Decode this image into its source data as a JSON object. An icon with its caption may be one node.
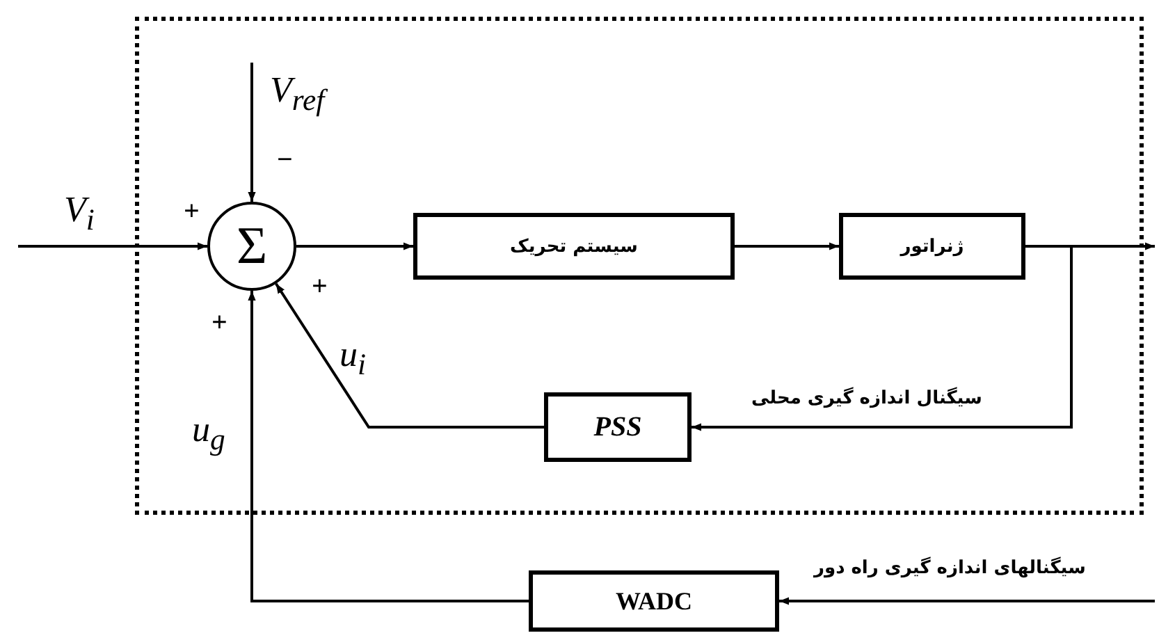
{
  "diagram": {
    "nodes": [
      {
        "text": [],
        "shape": "box"
      },
      {
        "text": [
          "Σ"
        ],
        "in": 0
      },
      {
        "text": [
          "سیستم تحریک"
        ],
        "in": 0
      },
      {
        "text": [
          "ژنراتور"
        ],
        "in": 0
      },
      {
        "text": [
          "PSS"
        ],
        "in": 0
      },
      {
        "text": [
          "WADC"
        ]
      }
    ],
    "edges": [
      {
        "from": null,
        "to": 1,
        "arrow": "to",
        "label": "V$_{i}$"
      },
      {
        "from": null,
        "to": 1,
        "arrow": "to",
        "label": "V$_{ref}$"
      },
      {
        "from": 1,
        "to": 2,
        "arrow": "to"
      },
      {
        "from": 2,
        "to": 3,
        "arrow": "to"
      },
      {
        "from": 3,
        "to": null,
        "arrow": "to"
      },
      {
        "from": 3,
        "to": 4,
        "arrow": "to",
        "label": "سیگنال اندازه گیری محلی"
      },
      {
        "from": 4,
        "to": 1,
        "arrow": "to",
        "label": "u$_{i}$"
      },
      {
        "from": null,
        "to": 5,
        "arrow": "to",
        "label": "سیگنالهای اندازه گیری راه دور"
      },
      {
        "from": 5,
        "to": 1,
        "arrow": "to",
        "label": "u$_{g}$"
      }
    ],
    "labels": [
      "−",
      "+",
      "+",
      "+"
    ]
  }
}
